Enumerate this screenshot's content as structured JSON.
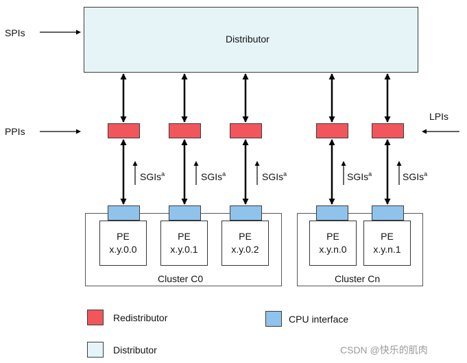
{
  "distributor": {
    "label": "Distributor"
  },
  "inputs": {
    "spis": "SPIs",
    "ppis": "PPIs",
    "lpis": "LPIs"
  },
  "sgi": {
    "text": "SGIs",
    "superscript": "a"
  },
  "pes": [
    {
      "line1": "PE",
      "line2": "x.y.0.0"
    },
    {
      "line1": "PE",
      "line2": "x.y.0.1"
    },
    {
      "line1": "PE",
      "line2": "x.y.0.2"
    },
    {
      "line1": "PE",
      "line2": "x.y.n.0"
    },
    {
      "line1": "PE",
      "line2": "x.y.n.1"
    }
  ],
  "clusters": [
    "Cluster C0",
    "Cluster Cn"
  ],
  "legend": {
    "redistributor": "Redistributor",
    "cpu_interface": "CPU interface",
    "distributor": "Distributor"
  },
  "colors": {
    "redistributor": "#f2565d",
    "cpu_interface": "#8fc3ec",
    "distributor": "#e6f4f8"
  },
  "watermark": "CSDN @快乐的肌肉"
}
